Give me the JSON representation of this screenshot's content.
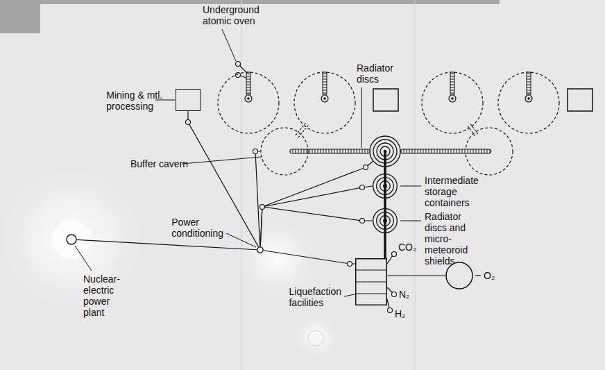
{
  "diagram": {
    "nodes": [
      {
        "text": [
          "Mining & mtl. processing"
        ]
      },
      {
        "text": [
          "Underground atomic oven"
        ]
      },
      {
        "text": [
          "Buffer cavern"
        ]
      },
      {
        "text": [
          "Intermediate storage containers"
        ]
      },
      {
        "text": [
          "Power conditioning"
        ]
      },
      {
        "text": [
          "Radiator discs and micro-meteoroid shields"
        ]
      },
      {
        "text": [
          "Nuclear-electric power plant"
        ]
      },
      {
        "text": [
          "Liquefaction facilities"
        ]
      },
      {
        "text": [
          "O₂"
        ]
      }
    ],
    "edges": [
      {
        "from": 0,
        "to": 4,
        "arrow": "none"
      },
      {
        "from": 2,
        "to": 4,
        "arrow": "none"
      },
      {
        "from": 4,
        "to": 3,
        "arrow": "none"
      },
      {
        "from": 4,
        "to": 5,
        "arrow": "none"
      },
      {
        "from": 3,
        "to": 5,
        "arrow": "none"
      },
      {
        "from": 5,
        "to": 7,
        "arrow": "none"
      },
      {
        "from": 6,
        "to": 4,
        "arrow": "none"
      },
      {
        "from": 4,
        "to": 7,
        "arrow": "none"
      },
      {
        "from": 7,
        "to": 8,
        "arrow": "none"
      }
    ],
    "labels": [
      "Radiator discs",
      "CO₂",
      "N₂",
      "H₂"
    ]
  }
}
